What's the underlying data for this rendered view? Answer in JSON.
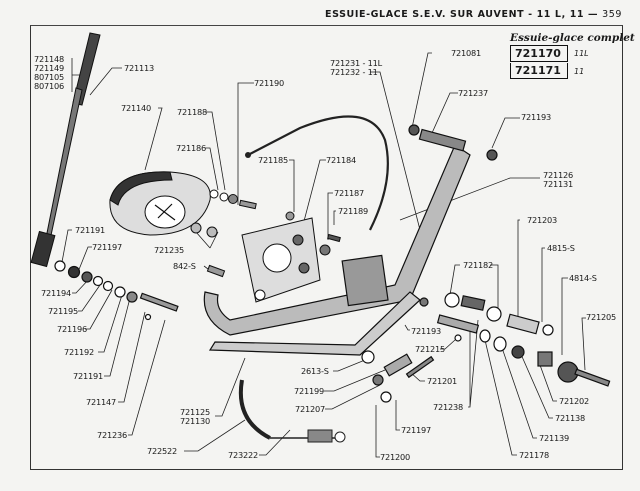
{
  "header": {
    "title": "ESSUIE-GLACE S.E.V. SUR AUVENT - 11 L, 11",
    "separator": "—",
    "page_number": "359"
  },
  "complete_assembly": {
    "title": "Essuie-glace complet",
    "rows": [
      {
        "part": "721170",
        "variant": "11L"
      },
      {
        "part": "721171",
        "variant": "11"
      }
    ]
  },
  "labels": {
    "blade_group": [
      "721148",
      "721149",
      "807105",
      "807106"
    ],
    "arm": "721113",
    "motor_housing": "721140",
    "l_721188": "721188",
    "l_721186": "721186",
    "cable_top": "721190",
    "bracket_pair": [
      "721231 - 11L",
      "721232 - 11"
    ],
    "l_721081": "721081",
    "l_721237": "721237",
    "l_721193_top": "721193",
    "l_721185": "721185",
    "l_721184": "721184",
    "l_721187": "721187",
    "l_721189": "721189",
    "frame_pair": [
      "721126",
      "721131"
    ],
    "l_721203": "721203",
    "l_4815s": "4815-S",
    "l_4814s": "4814-S",
    "l_721205": "721205",
    "l_721182": "721182",
    "l_721191_top": "721191",
    "l_721197_top": "721197",
    "l_721235": "721235",
    "l_842s": "842-S",
    "l_721194": "721194",
    "l_721195": "721195",
    "l_721196": "721196",
    "l_721192": "721192",
    "l_721191_bot": "721191",
    "l_721147": "721147",
    "l_721236": "721236",
    "lever_pair": [
      "721125",
      "721130"
    ],
    "l_722522": "722522",
    "l_723222": "723222",
    "l_2613s": "2613-S",
    "l_721199": "721199",
    "l_721207": "721207",
    "l_721197_bot": "721197",
    "l_721200": "721200",
    "l_721201": "721201",
    "l_721193_mid": "721193",
    "l_721215": "721215",
    "l_721238": "721238",
    "l_721202": "721202",
    "l_721138": "721138",
    "l_721139": "721139",
    "l_721178": "721178"
  }
}
